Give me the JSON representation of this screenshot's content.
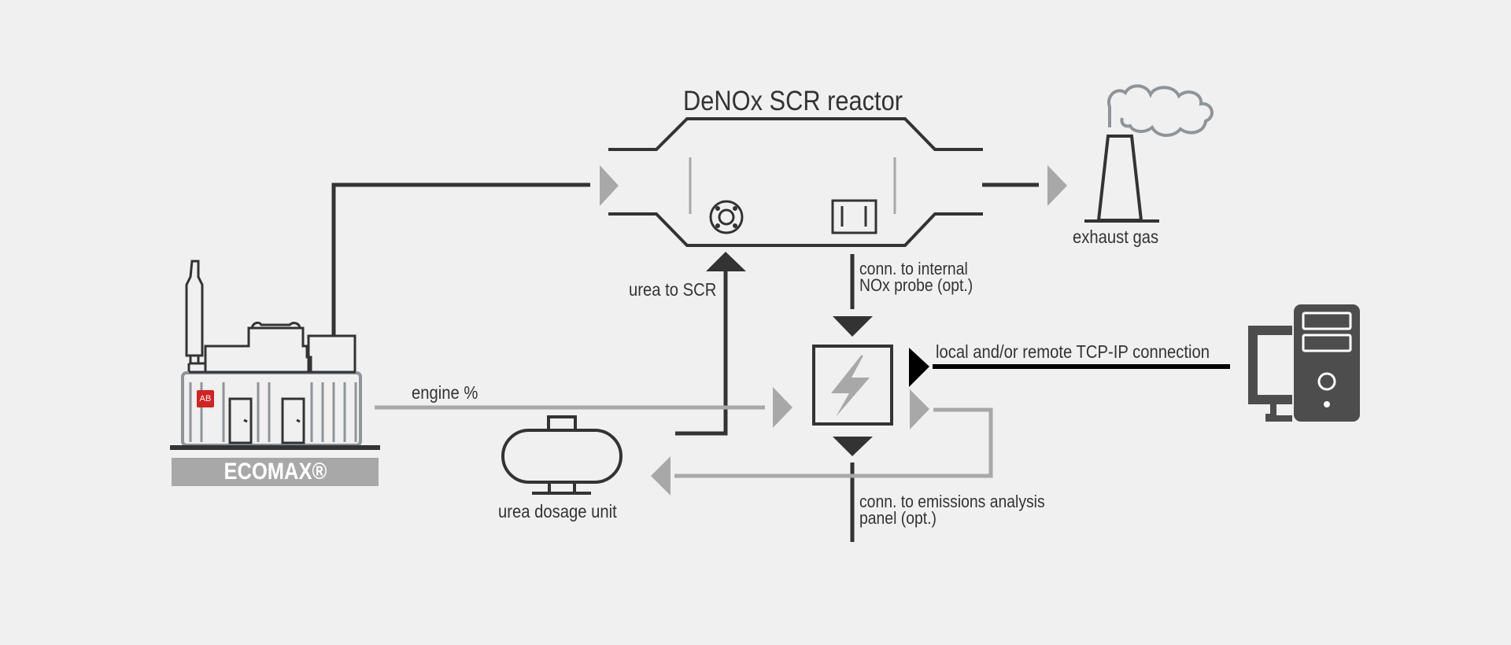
{
  "diagram": {
    "reactor_title": "DeNOx SCR reactor",
    "exhaust_label": "exhaust gas",
    "urea_to_scr_label": "urea to SCR",
    "nox_probe_line1": "conn. to internal",
    "nox_probe_line2": "NOx probe (opt.)",
    "tcp_label": "local and/or remote TCP-IP connection",
    "engine_label": "engine %",
    "urea_unit_label": "urea dosage unit",
    "emissions_line1": "conn. to emissions analysis",
    "emissions_line2": "panel (opt.)",
    "brand_name": "ECOMAX®",
    "logo_text": "AB"
  },
  "colors": {
    "background": "#f0f0f0",
    "dark_line": "#333333",
    "light_line": "#a8a8a8",
    "brand_bar": "#a8a8a8",
    "logo_red": "#d22222",
    "computer": "#4d4d4d",
    "tcp_line": "#000000"
  },
  "icons": [
    "genset-icon",
    "scr-reactor-icon",
    "chimney-icon",
    "smoke-cloud-icon",
    "controller-icon",
    "lightning-icon",
    "urea-tank-icon",
    "computer-icon"
  ]
}
